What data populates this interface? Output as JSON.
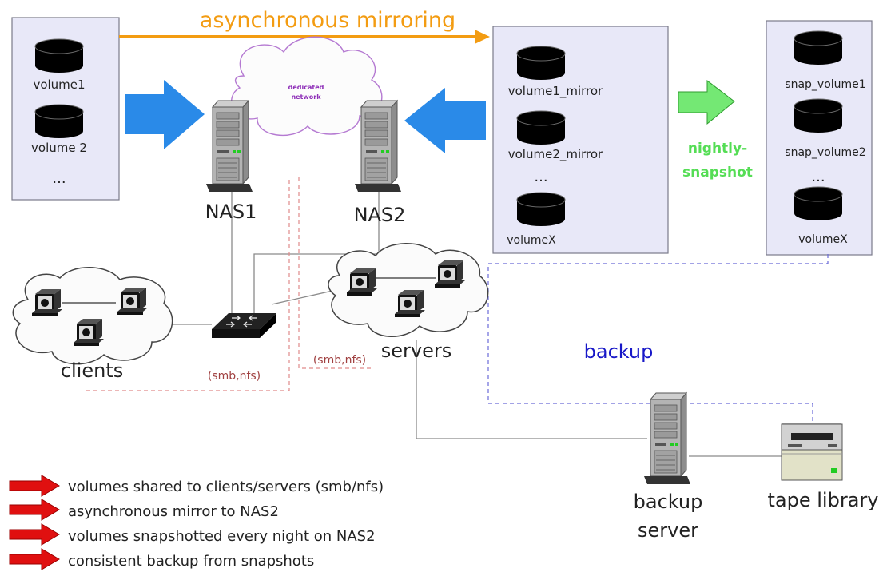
{
  "title": {
    "mirroring": "asynchronous mirroring",
    "nightly_line1": "nightly-",
    "nightly_line2": "snapshot",
    "backup": "backup",
    "dedicated_line1": "dedicated",
    "dedicated_line2": "network"
  },
  "source_volumes": [
    "volume1",
    "volume 2",
    "..."
  ],
  "mirror_volumes": [
    "volume1_mirror",
    "volume2_mirror",
    "...",
    "volumeX"
  ],
  "snapshot_volumes": [
    "snap_volume1",
    "snap_volume2",
    "...",
    "volumeX"
  ],
  "nodes": {
    "nas1": "NAS1",
    "nas2": "NAS2",
    "clients": "clients",
    "servers": "servers",
    "backup_server_line1": "backup",
    "backup_server_line2": "server",
    "tape_library": "tape library"
  },
  "protocols": {
    "left": "(smb,nfs)",
    "right": "(smb,nfs)"
  },
  "legend": [
    "volumes shared to clients/servers (smb/nfs)",
    "asynchronous mirror to NAS2",
    "volumes snapshotted every night on NAS2",
    "consistent backup from snapshots"
  ],
  "colors": {
    "mirroring": "#f39c12",
    "snapshot": "#55dd55",
    "backup": "#1818c8",
    "share_arrow": "#2a8ae8",
    "legend_arrow": "#e01010",
    "protocol": "#a04040",
    "dedicated": "#8e2fb8"
  }
}
